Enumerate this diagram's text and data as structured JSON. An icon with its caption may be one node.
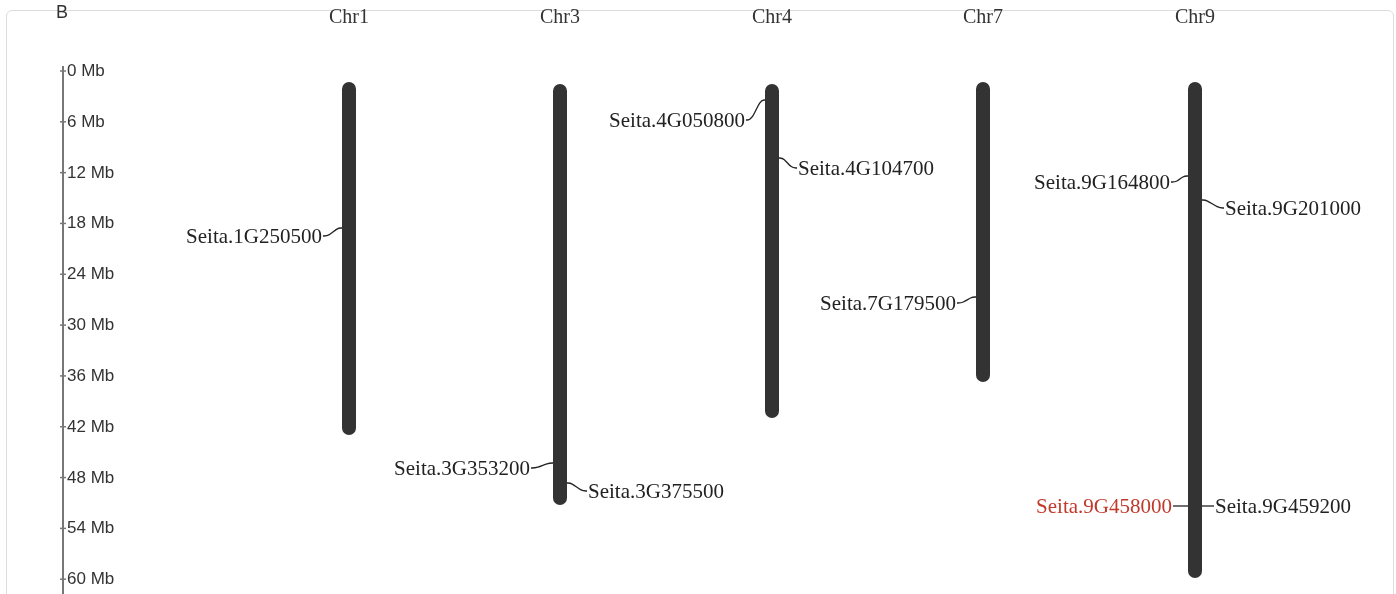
{
  "diagram": {
    "nodes": [
      {
        "text": [
          "Chr1"
        ]
      },
      {
        "text": [
          "Chr3"
        ]
      },
      {
        "text": [
          "Chr4"
        ]
      },
      {
        "text": [
          "Chr7"
        ]
      },
      {
        "text": [
          "Chr9"
        ]
      },
      {
        "text": [
          "Seita.1G250500"
        ]
      },
      {
        "text": [
          "Seita.3G353200"
        ]
      },
      {
        "text": [
          "Seita.3G375500"
        ]
      },
      {
        "text": [
          "Seita.4G050800"
        ]
      },
      {
        "text": [
          "Seita.4G104700"
        ]
      },
      {
        "text": [
          "Seita.7G179500"
        ]
      },
      {
        "text": [
          "Seita.9G164800"
        ]
      },
      {
        "text": [
          "Seita.9G201000"
        ]
      },
      {
        "text": [
          "Seita.9G458000"
        ]
      },
      {
        "text": [
          "Seita.9G459200"
        ]
      }
    ],
    "edges": [
      {
        "from": 5,
        "to": 0,
        "arrow": "none"
      },
      {
        "from": 6,
        "to": 1,
        "arrow": "none"
      },
      {
        "from": 7,
        "to": 1,
        "arrow": "none"
      },
      {
        "from": 8,
        "to": 2,
        "arrow": "none"
      },
      {
        "from": 9,
        "to": 2,
        "arrow": "none"
      },
      {
        "from": 10,
        "to": 3,
        "arrow": "none"
      },
      {
        "from": 11,
        "to": 4,
        "arrow": "none"
      },
      {
        "from": 12,
        "to": 4,
        "arrow": "none"
      },
      {
        "from": 13,
        "to": 4,
        "arrow": "none"
      },
      {
        "from": 14,
        "to": 4,
        "arrow": "none"
      }
    ],
    "labels": [
      "B",
      "0 Mb",
      "6 Mb",
      "12 Mb",
      "18 Mb",
      "24 Mb",
      "30 Mb",
      "36 Mb",
      "42 Mb",
      "48 Mb",
      "54 Mb",
      "60 Mb"
    ]
  }
}
